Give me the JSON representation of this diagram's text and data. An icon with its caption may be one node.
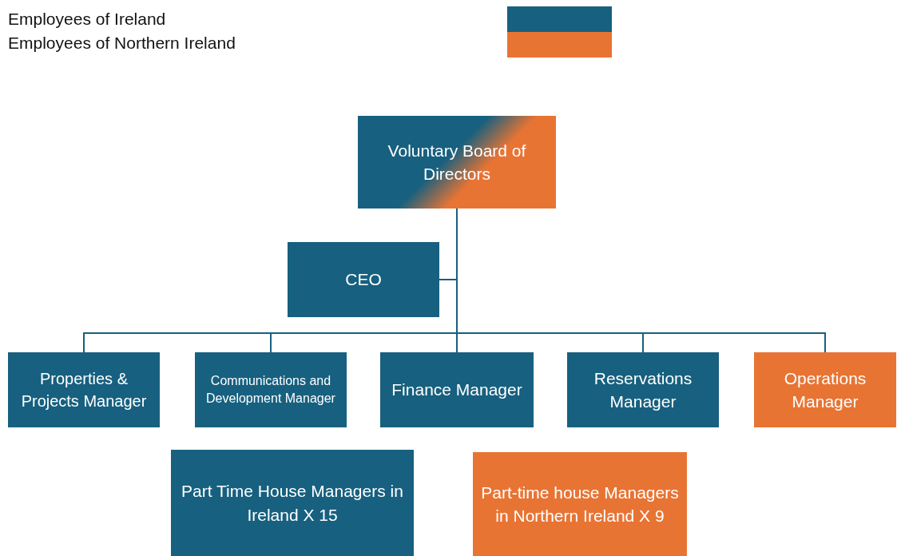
{
  "diagram": {
    "nodes": [
      {
        "text": [
          "Voluntary Board of Directors"
        ]
      },
      {
        "text": [
          "CEO"
        ]
      },
      {
        "text": [
          "Properties & Projects Manager"
        ]
      },
      {
        "text": [
          "Communications and Development Manager"
        ]
      },
      {
        "text": [
          "Finance Manager"
        ]
      },
      {
        "text": [
          "Reservations Manager"
        ]
      },
      {
        "text": [
          "Operations Manager"
        ]
      },
      {
        "text": [
          "Part Time House Managers in Ireland  X 15"
        ]
      },
      {
        "text": [
          "Part-time house Managers in Northern Ireland  X 9"
        ]
      }
    ],
    "edges": [
      {
        "from": 0,
        "to": 1,
        "arrow": "none"
      },
      {
        "from": 0,
        "to": 2,
        "arrow": "none"
      },
      {
        "from": 0,
        "to": 3,
        "arrow": "none"
      },
      {
        "from": 0,
        "to": 4,
        "arrow": "none"
      },
      {
        "from": 0,
        "to": 5,
        "arrow": "none"
      },
      {
        "from": 0,
        "to": 6,
        "arrow": "none"
      }
    ],
    "legend": [
      {
        "text": "Employees of Ireland",
        "color": "#17607f"
      },
      {
        "text": "Employees of Northern Ireland",
        "color": "#e87434"
      }
    ]
  }
}
